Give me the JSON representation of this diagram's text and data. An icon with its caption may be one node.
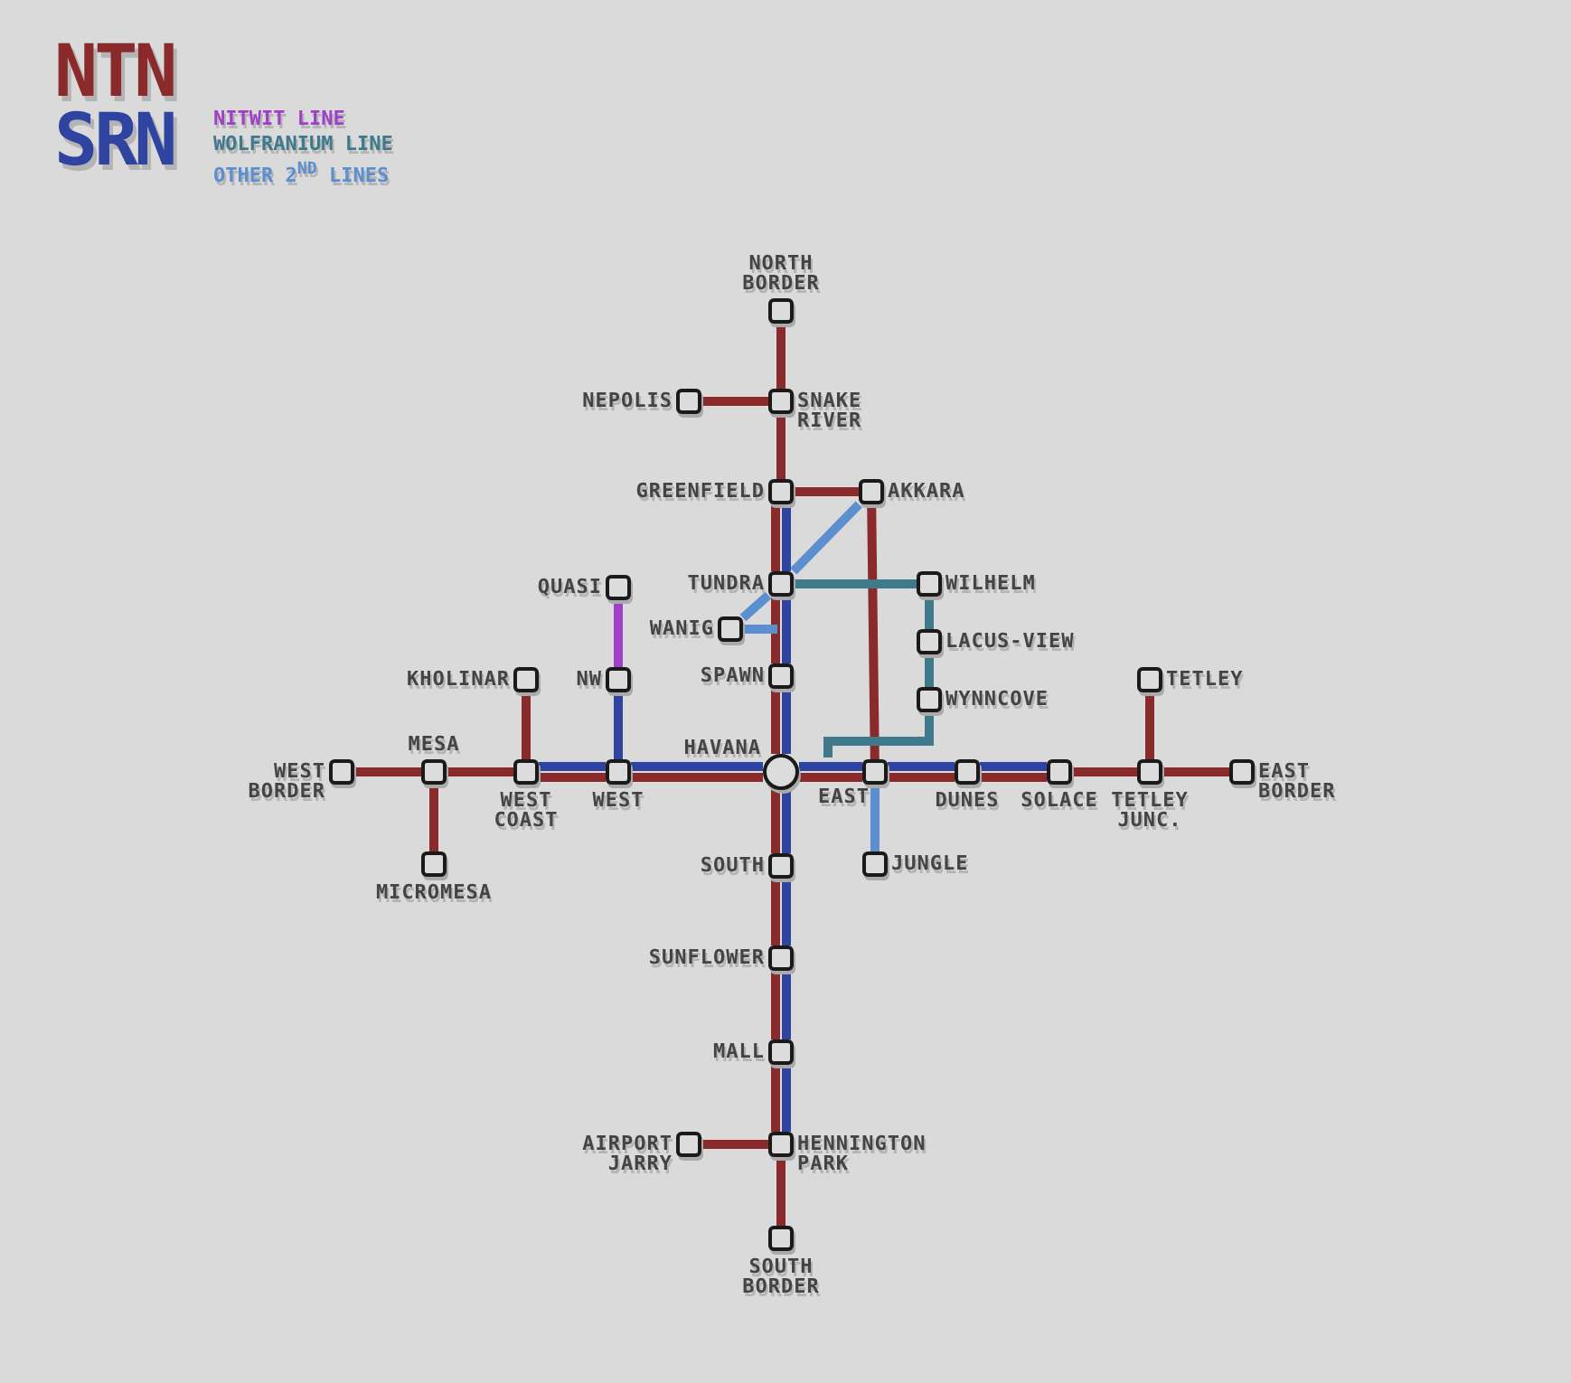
{
  "diagram": {
    "nodes": [
      {
        "text": [
          "NORTH BORDER"
        ]
      },
      {
        "text": [
          "NEPOLIS"
        ]
      },
      {
        "text": [
          "SNAKE RIVER"
        ]
      },
      {
        "text": [
          "GREENFIELD"
        ]
      },
      {
        "text": [
          "AKKARA"
        ]
      },
      {
        "text": [
          "QUASI"
        ]
      },
      {
        "text": [
          "TUNDRA"
        ]
      },
      {
        "text": [
          "WILHELM"
        ]
      },
      {
        "text": [
          "WANIG"
        ]
      },
      {
        "text": [
          "LACUS-VIEW"
        ]
      },
      {
        "text": [
          "KHOLINAR"
        ]
      },
      {
        "text": [
          "NW"
        ]
      },
      {
        "text": [
          "SPAWN"
        ]
      },
      {
        "text": [
          "TETLEY"
        ]
      },
      {
        "text": [
          "WYNNCOVE"
        ]
      },
      {
        "text": [
          "WEST BORDER"
        ]
      },
      {
        "text": [
          "MESA"
        ]
      },
      {
        "text": [
          "WEST COAST"
        ]
      },
      {
        "text": [
          "WEST"
        ]
      },
      {
        "text": [
          "HAVANA"
        ]
      },
      {
        "text": [
          "EAST"
        ]
      },
      {
        "text": [
          "DUNES"
        ]
      },
      {
        "text": [
          "SOLACE"
        ]
      },
      {
        "text": [
          "TETLEY JUNC."
        ]
      },
      {
        "text": [
          "EAST BORDER"
        ]
      },
      {
        "text": [
          "JUNGLE"
        ]
      },
      {
        "text": [
          "MICROMESA"
        ]
      },
      {
        "text": [
          "SOUTH"
        ]
      },
      {
        "text": [
          "SUNFLOWER"
        ]
      },
      {
        "text": [
          "MALL"
        ]
      },
      {
        "text": [
          "AIRPORT JARRY"
        ]
      },
      {
        "text": [
          "HENNINGTON PARK"
        ]
      },
      {
        "text": [
          "SOUTH BORDER"
        ]
      }
    ],
    "edges": [
      {
        "from": 0,
        "to": 2,
        "arrow": "none"
      },
      {
        "from": 1,
        "to": 2,
        "arrow": "none"
      },
      {
        "from": 2,
        "to": 3,
        "arrow": "none"
      },
      {
        "from": 3,
        "to": 4,
        "arrow": "none"
      },
      {
        "from": 4,
        "to": 20,
        "arrow": "none"
      },
      {
        "from": 3,
        "to": 6,
        "arrow": "none"
      },
      {
        "from": 3,
        "to": 6,
        "arrow": "none",
        "color": "#2e44a0"
      },
      {
        "from": 6,
        "to": 12,
        "arrow": "none"
      },
      {
        "from": 6,
        "to": 12,
        "arrow": "none",
        "color": "#2e44a0"
      },
      {
        "from": 12,
        "to": 19,
        "arrow": "none"
      },
      {
        "from": 12,
        "to": 19,
        "arrow": "none",
        "color": "#2e44a0"
      },
      {
        "from": 19,
        "to": 27,
        "arrow": "none"
      },
      {
        "from": 19,
        "to": 27,
        "arrow": "none",
        "color": "#2e44a0"
      },
      {
        "from": 27,
        "to": 28,
        "arrow": "none"
      },
      {
        "from": 27,
        "to": 28,
        "arrow": "none",
        "color": "#2e44a0"
      },
      {
        "from": 28,
        "to": 29,
        "arrow": "none"
      },
      {
        "from": 28,
        "to": 29,
        "arrow": "none",
        "color": "#2e44a0"
      },
      {
        "from": 29,
        "to": 31,
        "arrow": "none"
      },
      {
        "from": 29,
        "to": 31,
        "arrow": "none",
        "color": "#2e44a0"
      },
      {
        "from": 30,
        "to": 31,
        "arrow": "none"
      },
      {
        "from": 31,
        "to": 32,
        "arrow": "none"
      },
      {
        "from": 15,
        "to": 16,
        "arrow": "none"
      },
      {
        "from": 16,
        "to": 26,
        "arrow": "none"
      },
      {
        "from": 16,
        "to": 17,
        "arrow": "none"
      },
      {
        "from": 10,
        "to": 17,
        "arrow": "none"
      },
      {
        "from": 17,
        "to": 18,
        "arrow": "none"
      },
      {
        "from": 17,
        "to": 18,
        "arrow": "none",
        "color": "#2e44a0"
      },
      {
        "from": 11,
        "to": 18,
        "arrow": "none",
        "color": "#2e44a0"
      },
      {
        "from": 18,
        "to": 19,
        "arrow": "none"
      },
      {
        "from": 18,
        "to": 19,
        "arrow": "none",
        "color": "#2e44a0"
      },
      {
        "from": 19,
        "to": 20,
        "arrow": "none"
      },
      {
        "from": 19,
        "to": 20,
        "arrow": "none",
        "color": "#2e44a0"
      },
      {
        "from": 20,
        "to": 21,
        "arrow": "none"
      },
      {
        "from": 20,
        "to": 21,
        "arrow": "none",
        "color": "#2e44a0"
      },
      {
        "from": 21,
        "to": 22,
        "arrow": "none"
      },
      {
        "from": 21,
        "to": 22,
        "arrow": "none",
        "color": "#2e44a0"
      },
      {
        "from": 22,
        "to": 23,
        "arrow": "none"
      },
      {
        "from": 23,
        "to": 13,
        "arrow": "none"
      },
      {
        "from": 23,
        "to": 24,
        "arrow": "none"
      },
      {
        "from": 5,
        "to": 11,
        "arrow": "none",
        "color": "#a040c8"
      },
      {
        "from": 6,
        "to": 7,
        "arrow": "none",
        "color": "#3f7a8c"
      },
      {
        "from": 7,
        "to": 9,
        "arrow": "none",
        "color": "#3f7a8c"
      },
      {
        "from": 9,
        "to": 14,
        "arrow": "none",
        "color": "#3f7a8c"
      },
      {
        "from": 14,
        "to": 20,
        "arrow": "none",
        "color": "#3f7a8c"
      },
      {
        "from": 4,
        "to": 6,
        "arrow": "none",
        "color": "#5b8fd0"
      },
      {
        "from": 6,
        "to": 8,
        "arrow": "none",
        "color": "#5b8fd0"
      },
      {
        "from": 8,
        "to": null,
        "arrow": "none",
        "color": "#5b8fd0"
      },
      {
        "from": 20,
        "to": 25,
        "arrow": "none",
        "color": "#5b8fd0"
      }
    ],
    "legend": [
      {
        "text": "NTN",
        "color": "#8b2a2a"
      },
      {
        "text": "SRN",
        "color": "#2e44a0"
      },
      {
        "text": "NITWIT LINE",
        "color": "#a040c8"
      },
      {
        "text": "WOLFRANIUM LINE",
        "color": "#3f7a8c"
      },
      {
        "text": "OTHER 2$^{ND}$ LINES",
        "color": "#5b8fd0"
      }
    ]
  }
}
